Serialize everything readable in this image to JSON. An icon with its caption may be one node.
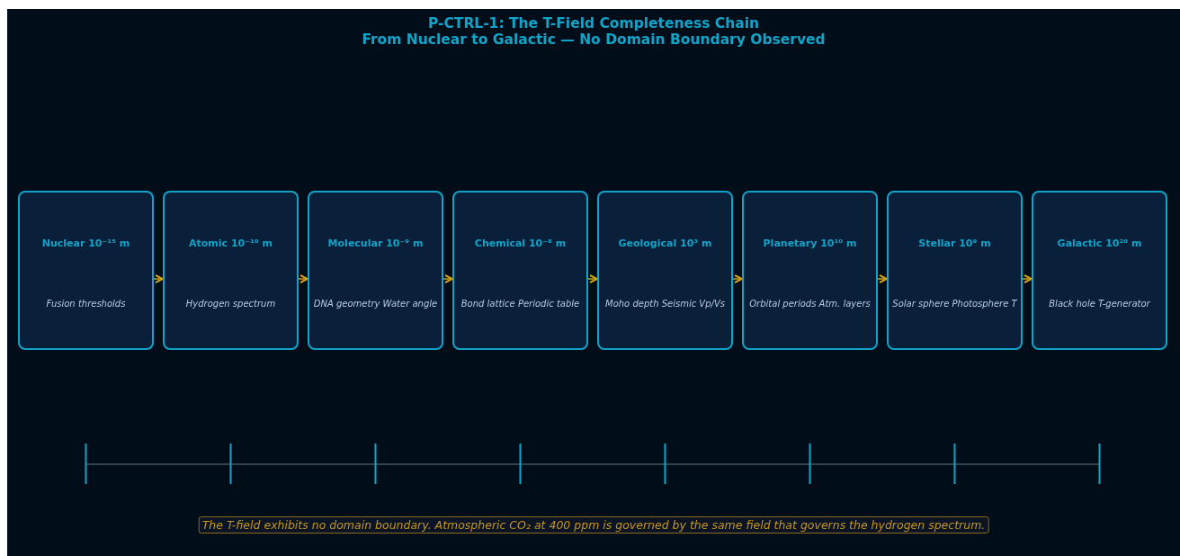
{
  "diagram": {
    "title": "P-CTRL-1: The T-Field Completeness Chain",
    "labels": [
      "From Nuclear to Galactic — No Domain Boundary Observed"
    ],
    "caption": "The T-field exhibits no domain boundary. Atmospheric CO₂ at 400 ppm is governed by the same field that governs the hydrogen spectrum.",
    "nodes": [
      {
        "text": [
          "Nuclear 10⁻¹⁵ m",
          "Fusion thresholds"
        ]
      },
      {
        "text": [
          "Atomic 10⁻¹⁰ m",
          "Hydrogen spectrum"
        ]
      },
      {
        "text": [
          "Molecular 10⁻⁹ m",
          "DNA geometry Water angle"
        ]
      },
      {
        "text": [
          "Chemical 10⁻⁸ m",
          "Bond lattice Periodic table"
        ]
      },
      {
        "text": [
          "Geological 10³ m",
          "Moho depth Seismic Vp/Vs"
        ]
      },
      {
        "text": [
          "Planetary 10¹⁰ m",
          "Orbital periods Atm. layers"
        ]
      },
      {
        "text": [
          "Stellar 10⁹ m",
          "Solar sphere Photosphere T"
        ]
      },
      {
        "text": [
          "Galactic 10²⁰ m",
          "Black hole T-generator"
        ]
      }
    ],
    "edges": [
      {
        "from": 0,
        "to": 1,
        "arrow": "to"
      },
      {
        "from": 1,
        "to": 2,
        "arrow": "to"
      },
      {
        "from": 2,
        "to": 3,
        "arrow": "to"
      },
      {
        "from": 3,
        "to": 4,
        "arrow": "to"
      },
      {
        "from": 4,
        "to": 5,
        "arrow": "to"
      },
      {
        "from": 5,
        "to": 6,
        "arrow": "to"
      },
      {
        "from": 6,
        "to": 7,
        "arrow": "to"
      }
    ]
  }
}
